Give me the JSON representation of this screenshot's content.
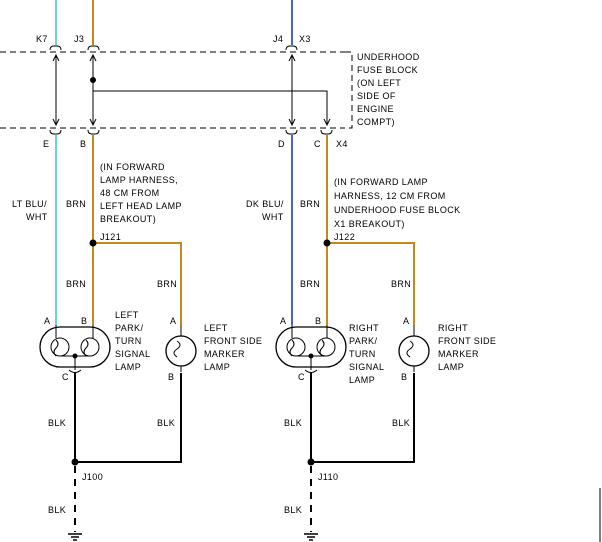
{
  "colors": {
    "brn": "#c28a1e",
    "lt_blu": "#6fd6d6",
    "dk_blu": "#4f63c6",
    "blk": "#000000"
  },
  "connectors": {
    "k7": "K7",
    "j3": "J3",
    "j4": "J4",
    "x3": "X3",
    "e": "E",
    "b": "B",
    "d": "D",
    "c": "C",
    "x4": "X4"
  },
  "fuse_block": [
    "UNDERHOOD",
    "FUSE BLOCK",
    "(ON LEFT",
    "SIDE OF",
    "ENGINE",
    "COMPT)"
  ],
  "harness_left": [
    "(IN FORWARD",
    "LAMP HARNESS,",
    "48 CM FROM",
    "LEFT HEAD LAMP",
    "BREAKOUT)"
  ],
  "harness_right": [
    "(IN FORWARD LAMP",
    "HARNESS, 12 CM FROM",
    "UNDERHOOD FUSE BLOCK",
    "X1 BREAKOUT)"
  ],
  "wire_labels": {
    "lt_blu": "LT BLU/",
    "wht": "WHT",
    "brn": "BRN",
    "dk_blu": "DK BLU/",
    "blk": "BLK"
  },
  "splices": {
    "j121": "J121",
    "j122": "J122",
    "j100": "J100",
    "j110": "J110"
  },
  "pins": {
    "a": "A",
    "b": "B",
    "c": "C"
  },
  "lamps": {
    "left_park": [
      "LEFT",
      "PARK/",
      "TURN",
      "SIGNAL",
      "LAMP"
    ],
    "left_marker": [
      "LEFT",
      "FRONT SIDE",
      "MARKER",
      "LAMP"
    ],
    "right_park": [
      "RIGHT",
      "PARK/",
      "TURN",
      "SIGNAL",
      "LAMP"
    ],
    "right_marker": [
      "RIGHT",
      "FRONT SIDE",
      "MARKER",
      "LAMP"
    ]
  }
}
